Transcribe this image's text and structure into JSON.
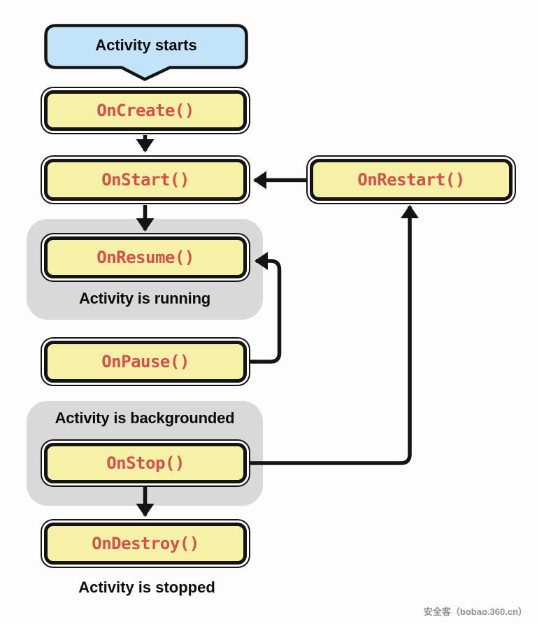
{
  "diagram": {
    "title_bubble": {
      "label": "Activity starts"
    },
    "nodes": {
      "on_create": "OnCreate()",
      "on_start": "OnStart()",
      "on_restart": "OnRestart()",
      "on_resume": "OnResume()",
      "on_pause": "OnPause()",
      "on_stop": "OnStop()",
      "on_destroy": "OnDestroy()"
    },
    "groups": {
      "running": "Activity is running",
      "backgrounded": "Activity is backgrounded"
    },
    "caption": "Activity is stopped",
    "edges": [
      {
        "from": "activity_starts",
        "to": "on_create"
      },
      {
        "from": "on_create",
        "to": "on_start"
      },
      {
        "from": "on_restart",
        "to": "on_start"
      },
      {
        "from": "on_start",
        "to": "on_resume"
      },
      {
        "from": "on_pause",
        "to": "on_resume"
      },
      {
        "from": "on_stop",
        "to": "on_restart"
      },
      {
        "from": "on_stop",
        "to": "on_destroy"
      }
    ],
    "colors": {
      "bubble_fill": "#C3E3F8",
      "node_fill": "#F6F1A6",
      "node_text": "#D5504C",
      "group_fill": "#D9D9D9",
      "line": "#141414"
    }
  },
  "watermark": "安全客（bobao.360.cn）"
}
